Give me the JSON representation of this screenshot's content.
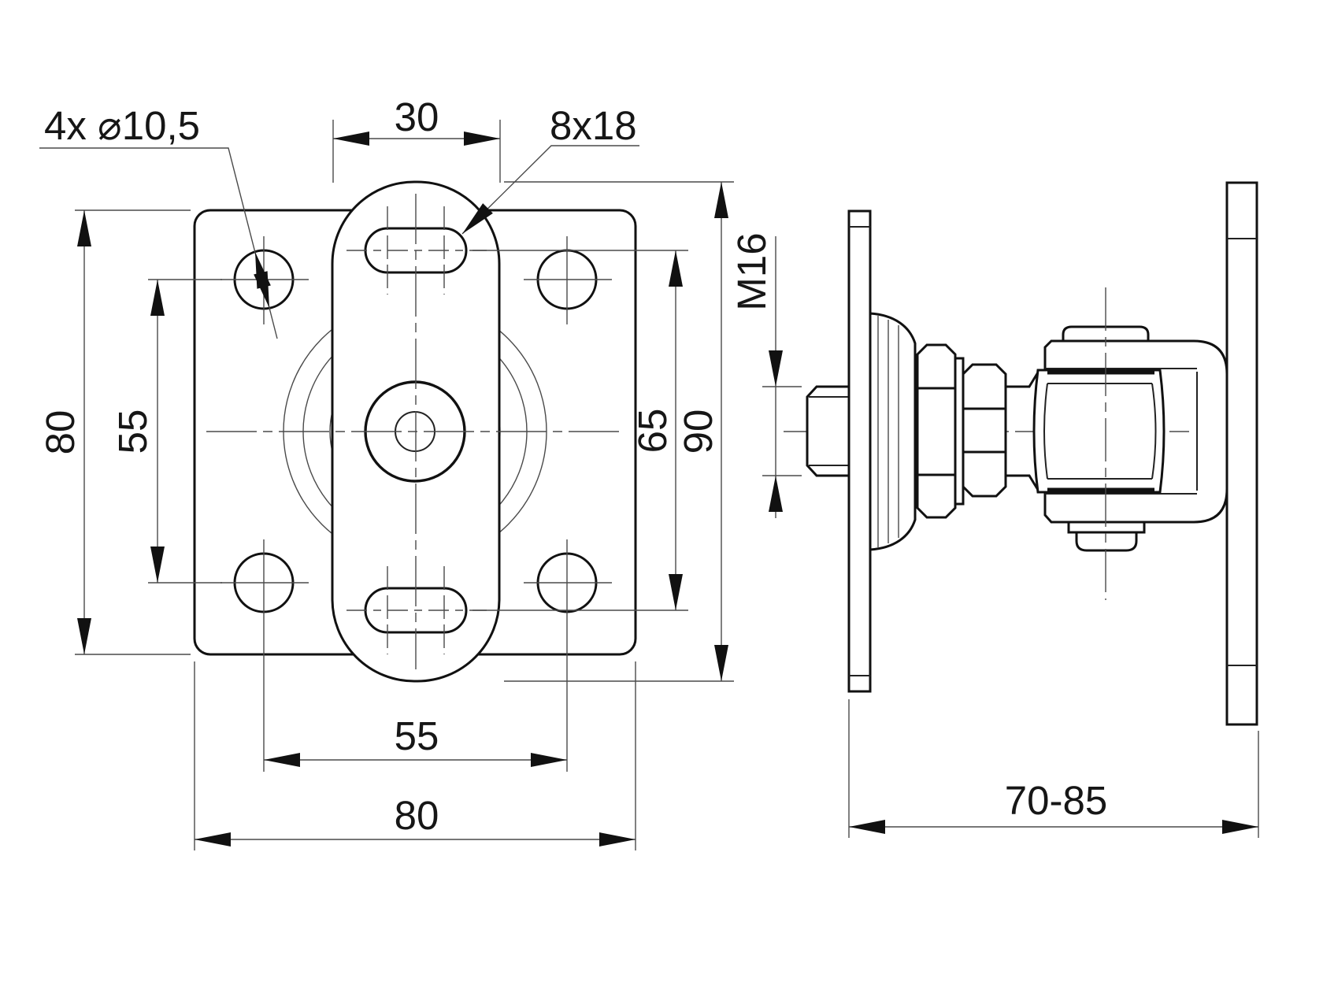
{
  "drawing": {
    "colors": {
      "line": "#111111",
      "thin_line": "#4a4a4a",
      "background": "#ffffff"
    },
    "views": {
      "front": {
        "labels": {
          "hole_callout": "4x ⌀10,5",
          "slot_callout": "8x18",
          "bracket_width": "30",
          "plate_height": "80",
          "hole_spacing_v": "55",
          "slot_spacing": "65",
          "bracket_height": "90",
          "hole_spacing_h": "55",
          "plate_width": "80"
        }
      },
      "side": {
        "labels": {
          "thread": "M16",
          "depth_range": "70-85"
        }
      }
    }
  }
}
